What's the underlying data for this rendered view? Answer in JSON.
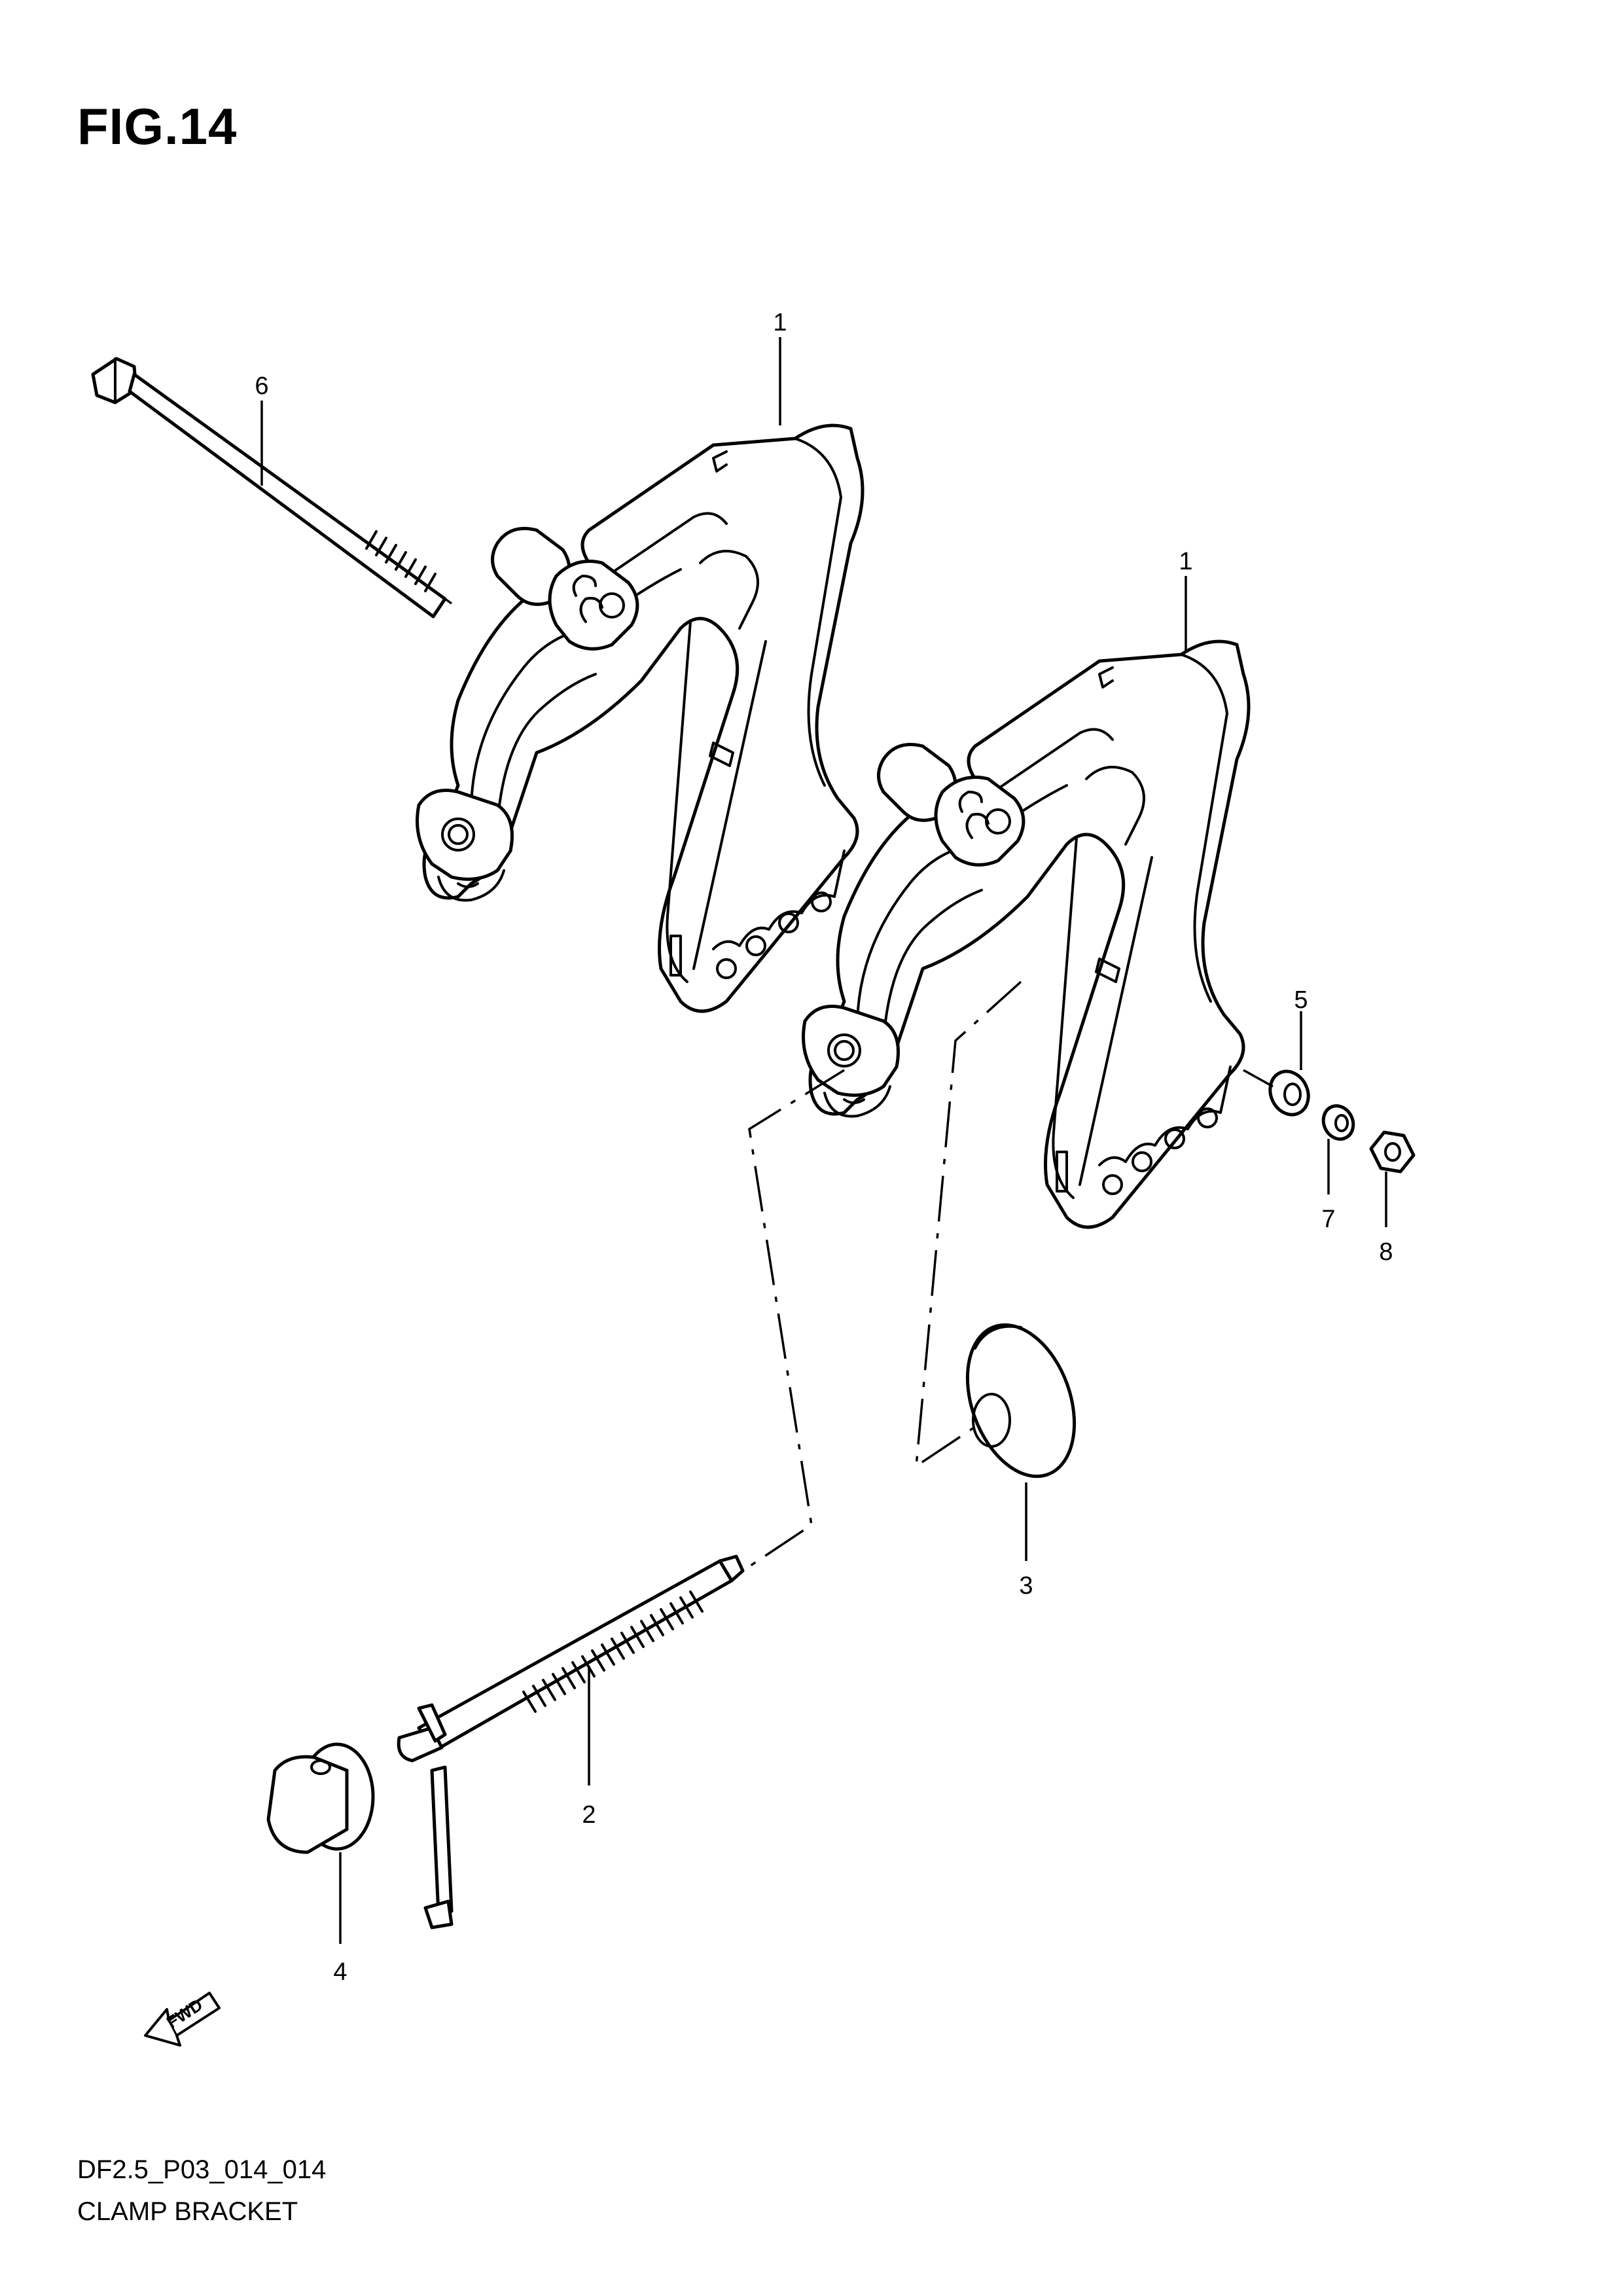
{
  "figure": {
    "title": "FIG.14",
    "code": "DF2.5_P03_014_014",
    "name": "CLAMP BRACKET"
  },
  "callouts": [
    {
      "id": "bracket-upper",
      "label": "1"
    },
    {
      "id": "bracket-lower",
      "label": "1"
    },
    {
      "id": "clamp-screw",
      "label": "2"
    },
    {
      "id": "clamp-pad",
      "label": "3"
    },
    {
      "id": "pad-cap",
      "label": "4"
    },
    {
      "id": "washer",
      "label": "5"
    },
    {
      "id": "through-bolt",
      "label": "6"
    },
    {
      "id": "spring-washer",
      "label": "7"
    },
    {
      "id": "nut",
      "label": "8"
    }
  ],
  "direction_marker": {
    "text": "FWD",
    "icon": "fwd-arrow-icon"
  }
}
